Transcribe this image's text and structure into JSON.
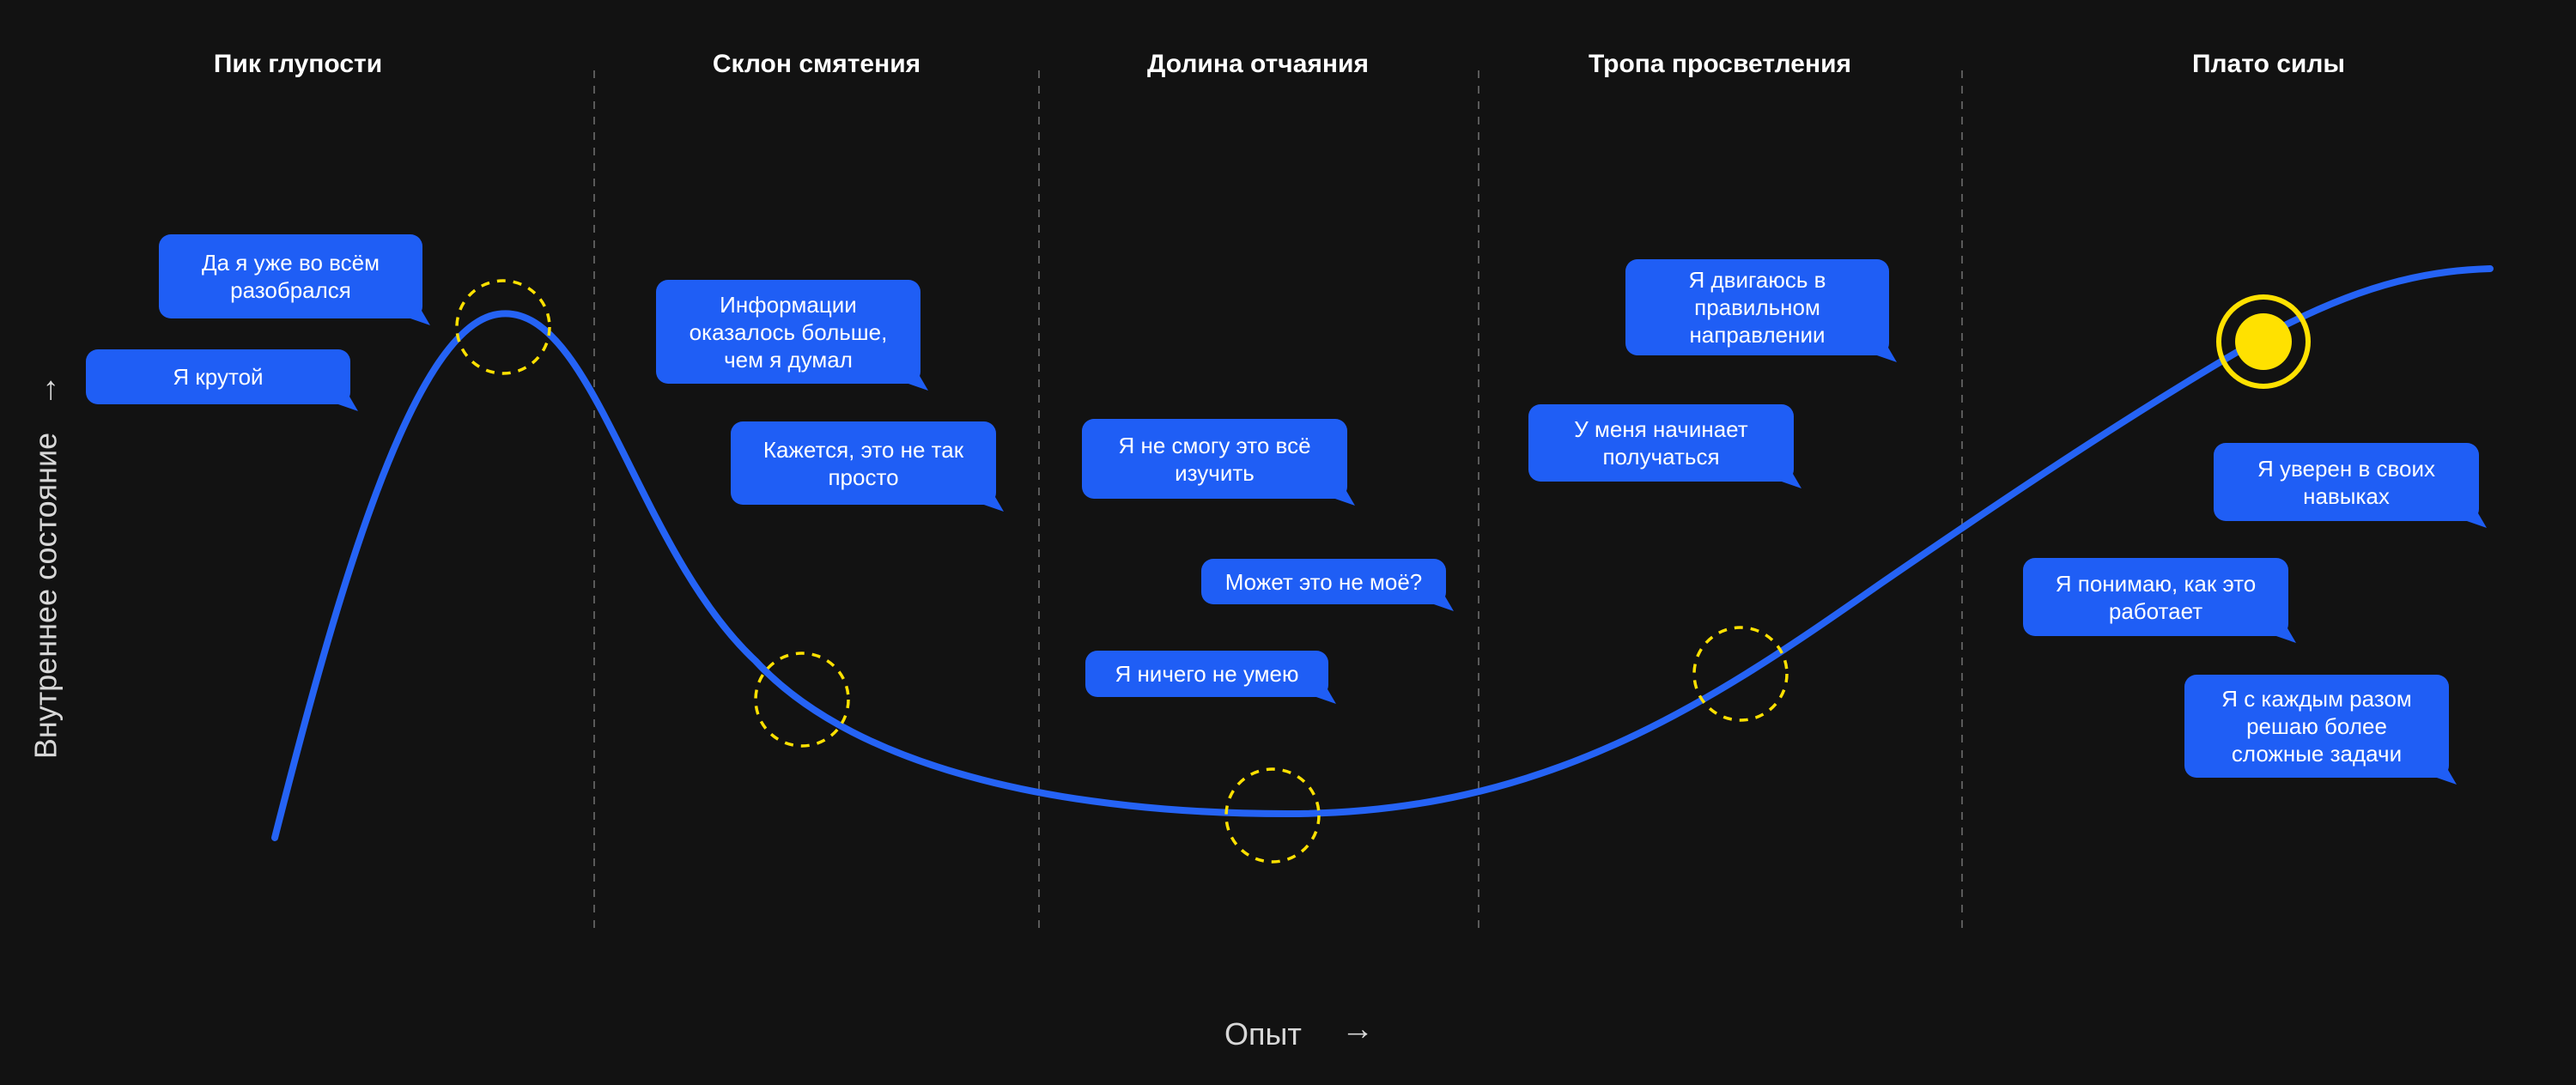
{
  "stages": [
    "Пик глупости",
    "Склон смятения",
    "Долина отчаяния",
    "Тропа просветления",
    "Плато силы"
  ],
  "bubbles": [
    "Да я уже во всём разобрался",
    "Я крутой",
    "Информации оказалось больше, чем я думал",
    "Кажется, это не так просто",
    "Я не смогу это всё изучить",
    "Может это не моё?",
    "Я ничего не умею",
    "Я двигаюсь в правильном направлении",
    "У меня начинает получаться",
    "Я уверен в своих навыках",
    "Я понимаю, как это работает",
    "Я с каждым разом решаю более сложные задачи"
  ],
  "axes": {
    "x_label": "Опыт",
    "x_arrow": "→",
    "y_label": "Внутреннее состояние",
    "y_arrow": "→"
  },
  "colors": {
    "background": "#121212",
    "curve": "#2563f5",
    "bubble": "#1f5ef5",
    "marker": "#ffe100",
    "divider": "#5a5a5a"
  }
}
